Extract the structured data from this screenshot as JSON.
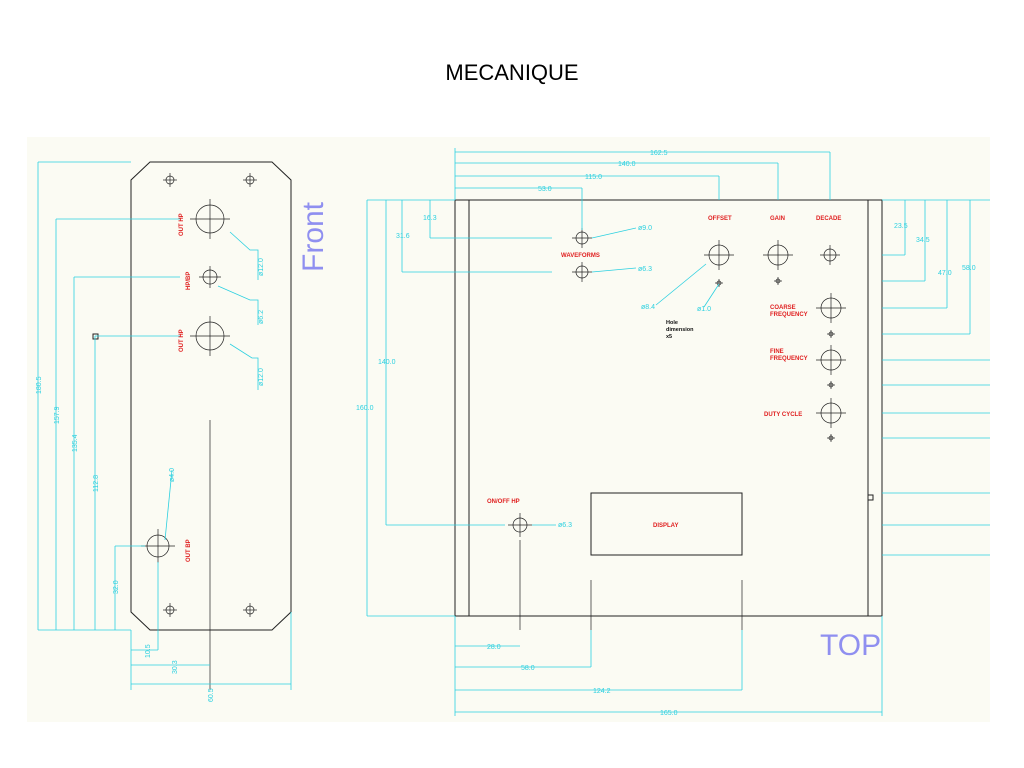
{
  "title": "MECANIQUE",
  "views": {
    "front": {
      "label": "Front"
    },
    "top": {
      "label": "TOP"
    }
  },
  "front_labels": {
    "out_hp_1": "OUT HP",
    "hp_bp": "HP/BP",
    "out_hp_2": "OUT HP",
    "out_bp": "OUT BP"
  },
  "front_dims": {
    "d1": "ø12.0",
    "d2": "ø6.2",
    "d3": "ø12.0",
    "d4": "ø4.0",
    "h_total": "180.5",
    "h2": "157.9",
    "h3": "135.4",
    "h4": "112.8",
    "h5": "32.0",
    "w1": "10.5",
    "w2": "30.3",
    "w3": "60.5"
  },
  "top_labels": {
    "offset": "OFFSET",
    "gain": "GAIN",
    "decade": "DECADE",
    "waveforms": "WAVEFORMS",
    "coarse1": "COARSE",
    "coarse2": "FREQUENCY",
    "fine1": "FINE",
    "fine2": "FREQUENCY",
    "duty": "DUTY CYCLE",
    "onoff": "ON/OFF  HP",
    "display": "DISPLAY",
    "hole1": "Hole",
    "hole2": "dimension",
    "hole3": "x5"
  },
  "top_dims": {
    "w162": "162.5",
    "w140": "140.0",
    "w115": "115.0",
    "w53": "53.0",
    "h16": "16.3",
    "h31": "31.6",
    "h140": "140.0",
    "h160": "160.0",
    "r23": "23.5",
    "r34": "34.5",
    "r47": "47.0",
    "r58": "58.0",
    "d9": "ø9.0",
    "d6a": "ø6.3",
    "d8": "ø8.4",
    "d1": "ø1.0",
    "d6b": "ø6.3",
    "b28": "28.0",
    "b58": "58.0",
    "b124": "124.2",
    "b165": "165.0"
  }
}
